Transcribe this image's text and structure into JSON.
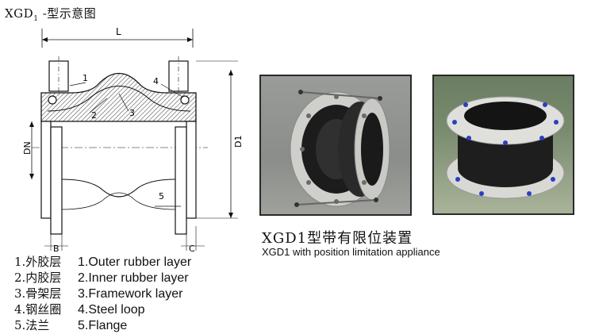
{
  "title": {
    "prefix": "XGD",
    "sub": "1",
    "suffix": " -型示意图"
  },
  "dimensions": {
    "length": "L",
    "nominal_diameter": "DN",
    "outer_diameter": "D1",
    "flange_thickness": "B",
    "gap": "C"
  },
  "callouts": [
    "1",
    "2",
    "3",
    "4",
    "5"
  ],
  "photos": [
    {
      "name": "joint-with-limit-rods-photo"
    },
    {
      "name": "joint-flange-photo"
    }
  ],
  "caption": {
    "cn": "XGD1型带有限位装置",
    "en": "XGD1 with position limitation appliance"
  },
  "legend": [
    {
      "cn": "1.外胶层",
      "en": "1.Outer rubber layer"
    },
    {
      "cn": "2.内胶层",
      "en": "2.Inner rubber layer"
    },
    {
      "cn": "3.骨架层",
      "en": "3.Framework layer"
    },
    {
      "cn": "4.钢丝圈",
      "en": "4.Steel loop"
    },
    {
      "cn": "5.法兰",
      "en": "5.Flange"
    }
  ],
  "colors": {
    "rubber_hatch": "#555555",
    "line": "#111111",
    "flange_fill": "#ffffff"
  }
}
